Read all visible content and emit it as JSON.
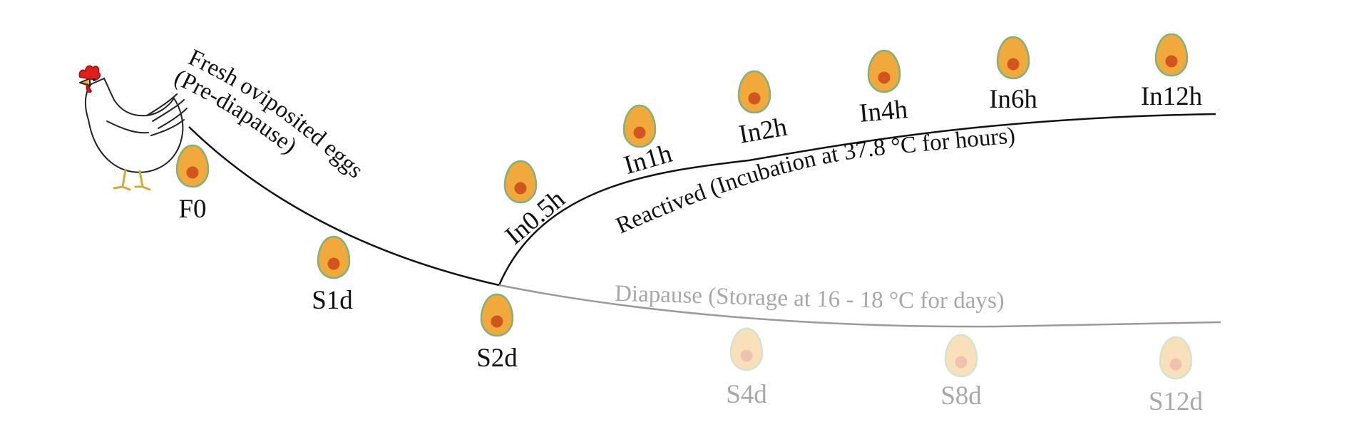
{
  "branches": {
    "fresh": {
      "line1": "Fresh oviposited eggs",
      "line2": "(Pre-diapause)"
    },
    "reactived": "Reactived (Incubation at  37.8 °C for hours)",
    "diapause": "Diapause (Storage at  16 - 18 °C for days)"
  },
  "stages": {
    "f0": "F0",
    "s1d": "S1d",
    "s2d": "S2d",
    "in05h": "In0.5h",
    "in1h": "In1h",
    "in2h": "In2h",
    "in4h": "In4h",
    "in6h": "In6h",
    "in12h": "In12h",
    "s4d": "S4d",
    "s8d": "S8d",
    "s12d": "S12d"
  },
  "colors": {
    "egg_shell": "#f2a93b",
    "egg_outline": "#7db37a",
    "egg_yolk": "#d2541e",
    "line_dark": "#111111",
    "line_faded": "#9a9a9a",
    "text_faded": "#a8a8a8",
    "hen_comb": "#e0201b",
    "hen_legs": "#e8b83a"
  }
}
